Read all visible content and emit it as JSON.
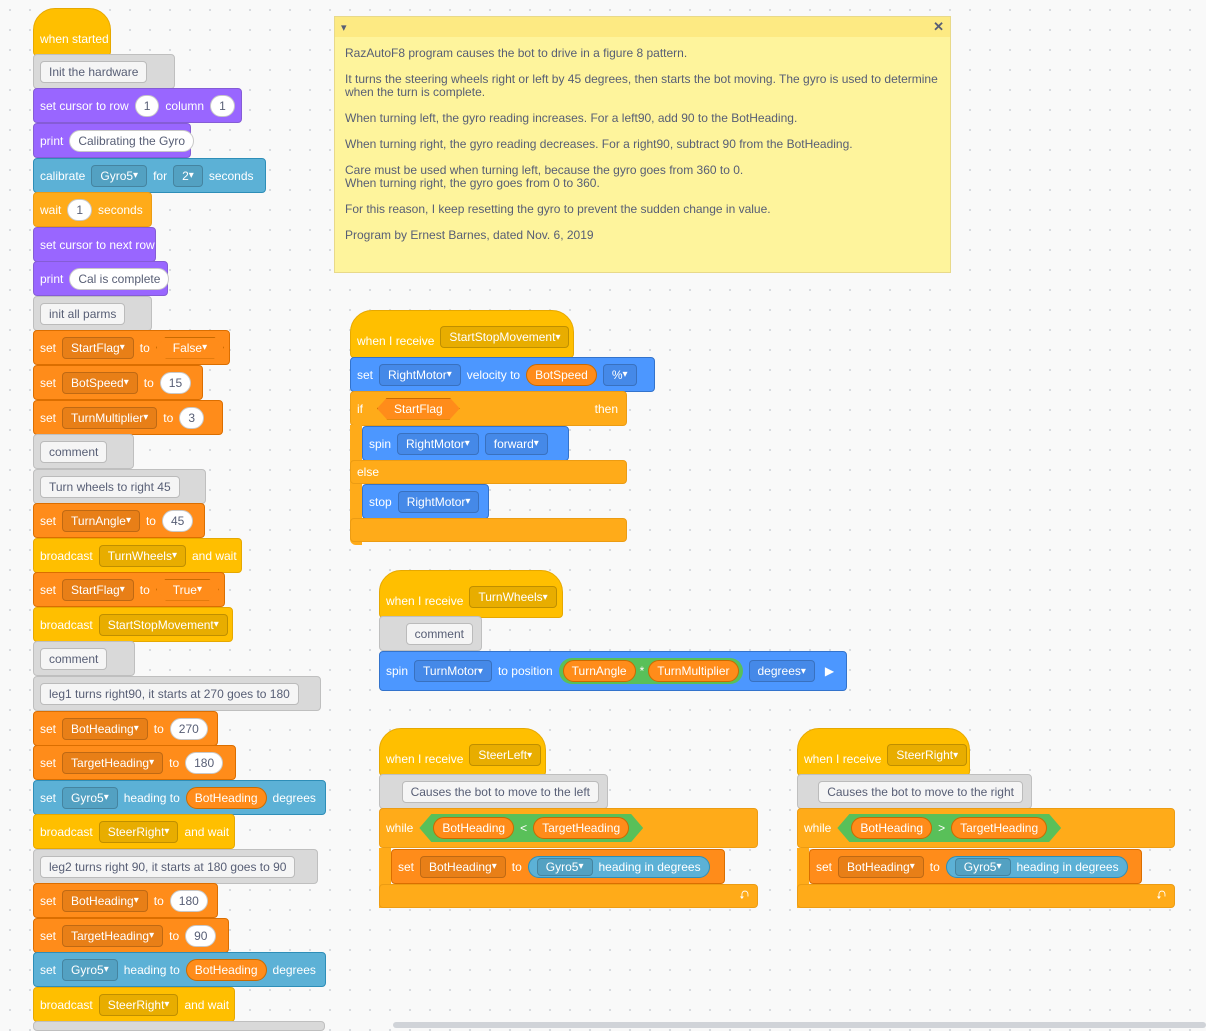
{
  "note": {
    "lines": [
      "RazAutoF8 program causes the bot to drive in a figure 8 pattern.",
      "It turns the steering wheels right or left by 45 degrees, then starts the bot moving.  The gyro is used to determine\nwhen the turn is complete.",
      "When turning left, the gyro reading increases.  For a left90, add 90 to the BotHeading.",
      "When turning right, the gyro reading decreases.  For a right90, subtract 90 from the BotHeading.",
      "Care must be used when turning left, because the gyro goes from 360 to 0.\nWhen turning right, the gyro goes from 0 to 360.",
      "For this reason, I keep resetting the gyro to prevent the sudden change in value.",
      "Program by Ernest Barnes, dated Nov. 6, 2019"
    ],
    "collapse_icon": "chevron-down",
    "close_icon": "close-x"
  },
  "main": {
    "when_started": "when started",
    "c_init_hw": "Init the hardware",
    "set_cursor": "set cursor to row",
    "row": "1",
    "column_label": "column",
    "col": "1",
    "print": "print",
    "print1": "Calibrating the Gyro",
    "calibrate": "calibrate",
    "gyro": "Gyro5",
    "for": "for",
    "two": "2",
    "seconds": "seconds",
    "wait": "wait",
    "one": "1",
    "next_row": "set cursor to next row",
    "print2": "Cal is complete",
    "c_init_parms": "init all parms",
    "set": "set",
    "to": "to",
    "startflag": "StartFlag",
    "false": "False",
    "botspeed": "BotSpeed",
    "v15": "15",
    "turnmult": "TurnMultiplier",
    "v3": "3",
    "comment": "comment",
    "c_turn45": "Turn wheels to right 45",
    "turnangle": "TurnAngle",
    "v45": "45",
    "broadcast": "broadcast",
    "turnwheels": "TurnWheels",
    "and_wait": "and wait",
    "true": "True",
    "startstop": "StartStopMovement",
    "c_leg1": "leg1 turns right90, it starts at 270 goes to 180",
    "botheading": "BotHeading",
    "v270": "270",
    "targetheading": "TargetHeading",
    "v180": "180",
    "heading_to": "heading to",
    "degrees": "degrees",
    "steerright": "SteerRight",
    "c_leg2": "leg2 turns right 90, it starts at 180 goes to 90",
    "v90": "90"
  },
  "stack2": {
    "when_receive": "when I receive",
    "msg": "StartStopMovement",
    "set": "set",
    "motor": "RightMotor",
    "velocity_to": "velocity to",
    "botspeed": "BotSpeed",
    "pct": "%",
    "if": "if",
    "cond": "StartFlag",
    "then": "then",
    "spin": "spin",
    "forward": "forward",
    "else": "else",
    "stop": "stop"
  },
  "stack3": {
    "when_receive": "when I receive",
    "msg": "TurnWheels",
    "comment": "comment",
    "spin": "spin",
    "motor": "TurnMotor",
    "to_position": "to position",
    "turnangle": "TurnAngle",
    "times": "*",
    "turnmult": "TurnMultiplier",
    "degrees": "degrees",
    "play": "▶"
  },
  "stack4": {
    "when_receive": "when I receive",
    "msg": "SteerLeft",
    "c": "Causes the bot to move to the left",
    "while": "while",
    "botheading": "BotHeading",
    "op": "<",
    "target": "TargetHeading",
    "set": "set",
    "to": "to",
    "gyro": "Gyro5",
    "heading_deg": "heading in degrees",
    "loop": "⮏"
  },
  "stack5": {
    "when_receive": "when I receive",
    "msg": "SteerRight",
    "c": "Causes the bot to move to the right",
    "while": "while",
    "botheading": "BotHeading",
    "op": ">",
    "target": "TargetHeading",
    "set": "set",
    "to": "to",
    "gyro": "Gyro5",
    "heading_deg": "heading in degrees",
    "loop": "⮏"
  }
}
